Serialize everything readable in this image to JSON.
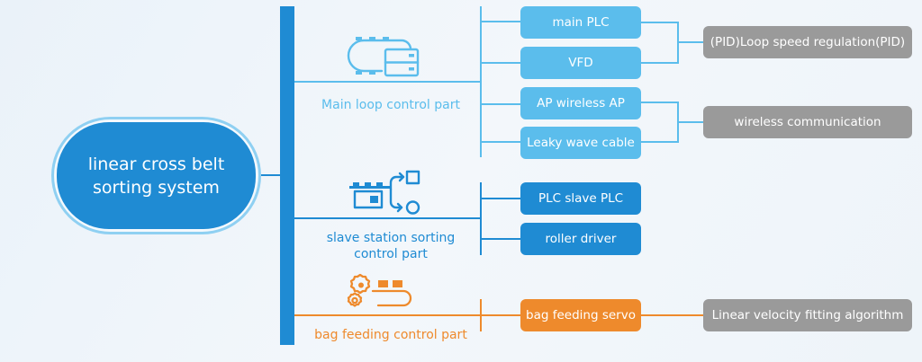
{
  "root": {
    "label_line1": "linear cross belt",
    "label_line2": "sorting system"
  },
  "colors": {
    "primary": "#1f8bd3",
    "light_blue": "#5bbdec",
    "orange": "#ee8a2c",
    "gray": "#9a9a9a"
  },
  "branches": [
    {
      "label": "Main loop control part",
      "icon": "loop-server-icon",
      "items": [
        "main PLC",
        "VFD",
        "AP wireless AP",
        "Leaky wave cable"
      ],
      "groups": [
        {
          "label": "(PID)Loop speed regulation(PID)",
          "members": [
            "main PLC",
            "VFD"
          ]
        },
        {
          "label": "wireless communication",
          "members": [
            "AP wireless AP",
            "Leaky wave cable"
          ]
        }
      ]
    },
    {
      "label_line1": "slave station sorting",
      "label_line2": "control part",
      "icon": "sorting-diverter-icon",
      "items": [
        "PLC slave PLC",
        "roller driver"
      ]
    },
    {
      "label": "bag feeding control part",
      "icon": "gear-conveyor-icon",
      "items": [
        "bag feeding servo"
      ],
      "groups": [
        {
          "label": "Linear velocity fitting algorithm",
          "members": [
            "bag feeding servo"
          ]
        }
      ]
    }
  ]
}
